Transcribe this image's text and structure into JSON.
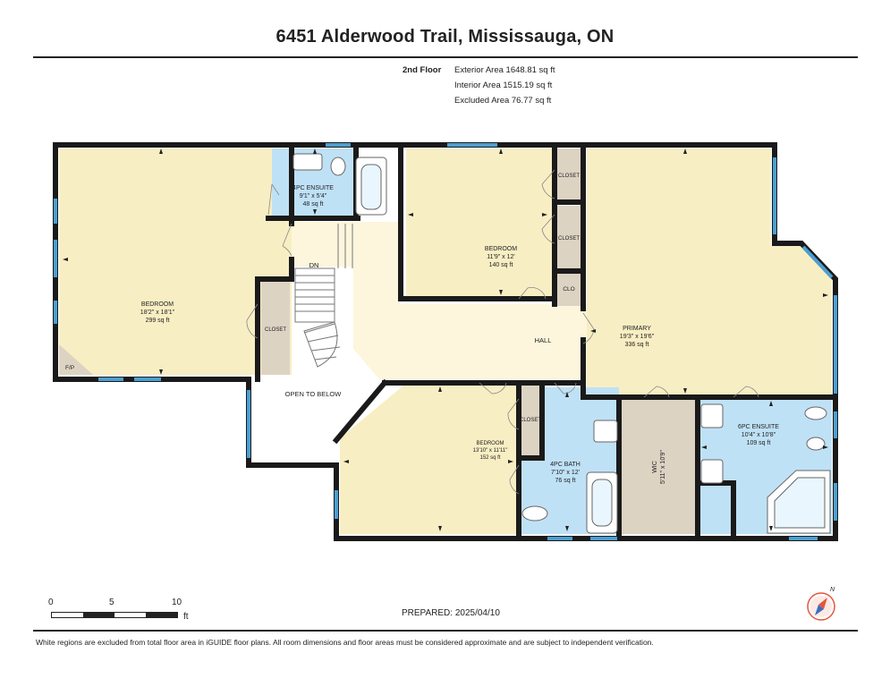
{
  "header": {
    "title": "6451 Alderwood Trail, Mississauga, ON"
  },
  "summary": {
    "floor": "2nd Floor",
    "exterior": "Exterior Area 1648.81 sq ft",
    "interior": "Interior Area 1515.19 sq ft",
    "excluded": "Excluded Area 76.77 sq ft"
  },
  "rooms": {
    "bedroom1": {
      "name": "BEDROOM",
      "dims": "18'2\" x 18'1\"",
      "area": "299 sq ft"
    },
    "ensuite4pc": {
      "name": "4PC ENSUITE",
      "dims": "9'1\" x 5'4\"",
      "area": "48 sq ft"
    },
    "bedroom2": {
      "name": "BEDROOM",
      "dims": "11'9\" x 12'",
      "area": "140 sq ft"
    },
    "primary": {
      "name": "PRIMARY",
      "dims": "19'3\" x 19'6\"",
      "area": "336 sq ft"
    },
    "bedroom3": {
      "name": "BEDROOM",
      "dims": "13'10\" x 11'11\"",
      "area": "152 sq ft"
    },
    "bath4pc": {
      "name": "4PC BATH",
      "dims": "7'10\" x 12'",
      "area": "76 sq ft"
    },
    "wic": {
      "name": "WIC",
      "dims": "5'11\" x 10'9\""
    },
    "ensuite6pc": {
      "name": "6PC ENSUITE",
      "dims": "10'4\" x 10'8\"",
      "area": "109 sq ft"
    }
  },
  "labels": {
    "closet": "CLOSET",
    "clo": "CLO",
    "hall": "HALL",
    "dn": "DN",
    "open_to_below": "OPEN TO BELOW",
    "fp": "F/P"
  },
  "scale": {
    "zero": "0",
    "five": "5",
    "ten": "10",
    "unit": "ft"
  },
  "prepared": "PREPARED: 2025/04/10",
  "compass_n": "N",
  "footer": "White regions are excluded from total floor area in iGUIDE floor plans. All room dimensions and floor areas must be considered approximate and are subject to independent verification.",
  "colors": {
    "bedroom_fill": "#f8eec3",
    "bath_fill": "#bfe1f6",
    "closet_fill": "#ddd3c3",
    "hall_fill": "#fdf6dc",
    "wall": "#1a1a1a",
    "window": "#4b9fd0"
  }
}
